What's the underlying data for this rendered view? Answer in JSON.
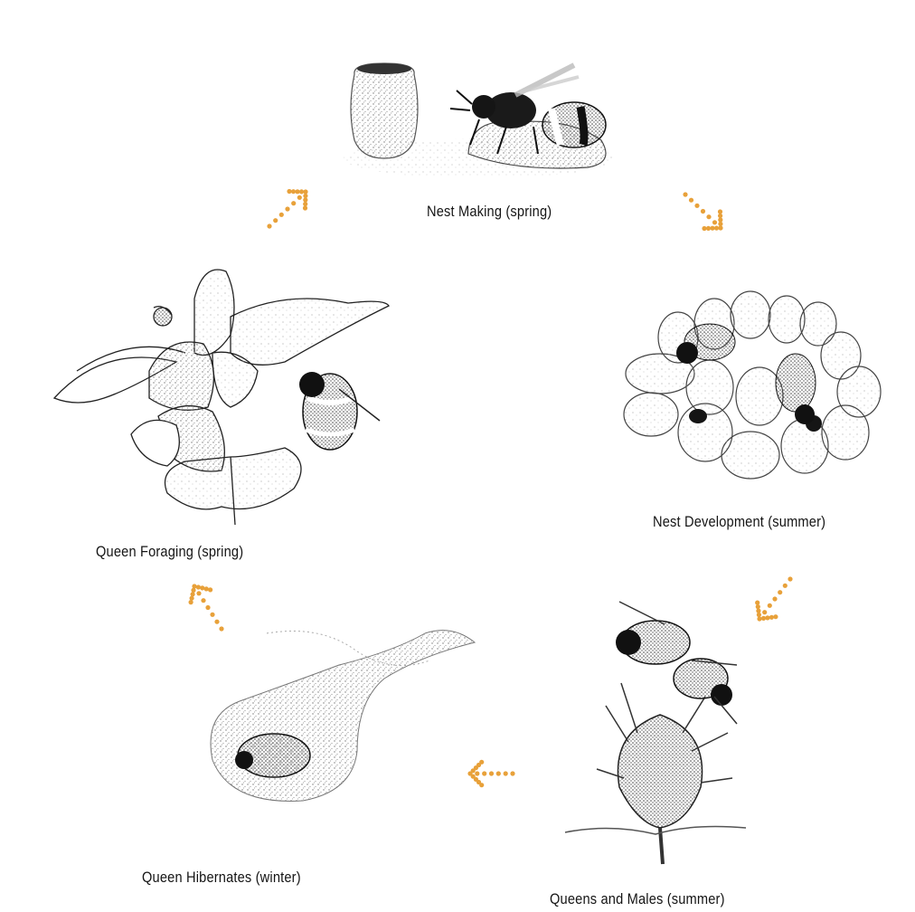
{
  "diagram": {
    "stages": [
      {
        "id": "nest-making",
        "label": "Nest Making (spring)"
      },
      {
        "id": "nest-development",
        "label": "Nest Development (summer)"
      },
      {
        "id": "queens-and-males",
        "label": "Queens and Males (summer)"
      },
      {
        "id": "queen-hibernates",
        "label": "Queen Hibernates (winter)"
      },
      {
        "id": "queen-foraging",
        "label": "Queen Foraging (spring)"
      }
    ],
    "arrow_color": "#e8a13a",
    "ink_color": "#1c1c1c",
    "stipple_color": "#9a9a9a"
  }
}
